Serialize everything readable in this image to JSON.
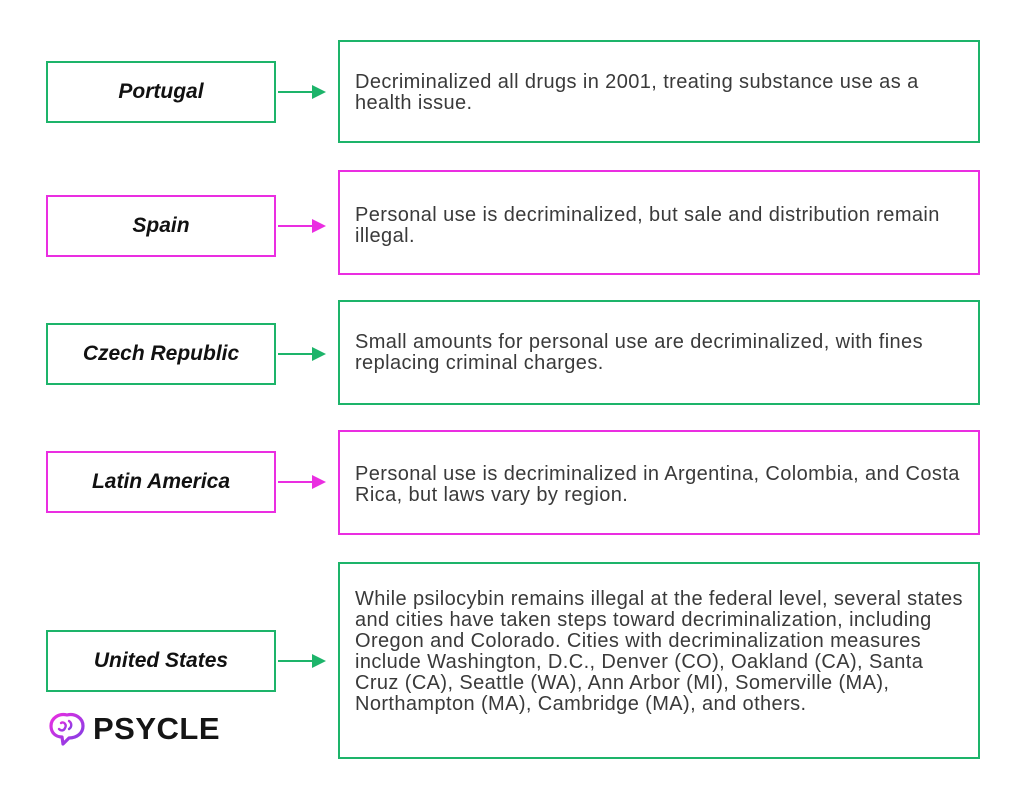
{
  "colors": {
    "green": "#1db46a",
    "pink": "#ea2ee1",
    "text": "#3a3a3a"
  },
  "rows": [
    {
      "region": "Portugal",
      "accent": "green",
      "description": "Decriminalized all drugs in 2001, treating substance use as a health issue."
    },
    {
      "region": "Spain",
      "accent": "pink",
      "description": "Personal use is decriminalized, but sale and distribution remain illegal."
    },
    {
      "region": "Czech Republic",
      "accent": "green",
      "description": "Small amounts for personal use are decriminalized, with fines replacing criminal charges."
    },
    {
      "region": "Latin America",
      "accent": "pink",
      "description": "Personal use is decriminalized in Argentina, Colombia, and Costa Rica, but laws vary by region."
    },
    {
      "region": "United States",
      "accent": "green",
      "description": "While psilocybin remains illegal at the federal level, several states and cities have taken steps toward decriminalization, including Oregon and Colorado. Cities with decriminalization measures include Washington, D.C., Denver (CO), Oakland (CA), Santa Cruz (CA), Seattle (WA), Ann Arbor (MI), Somerville (MA), Northampton (MA), Cambridge (MA), and others."
    }
  ],
  "logo": {
    "text": "PSYCLE",
    "icon": "brain-icon"
  }
}
